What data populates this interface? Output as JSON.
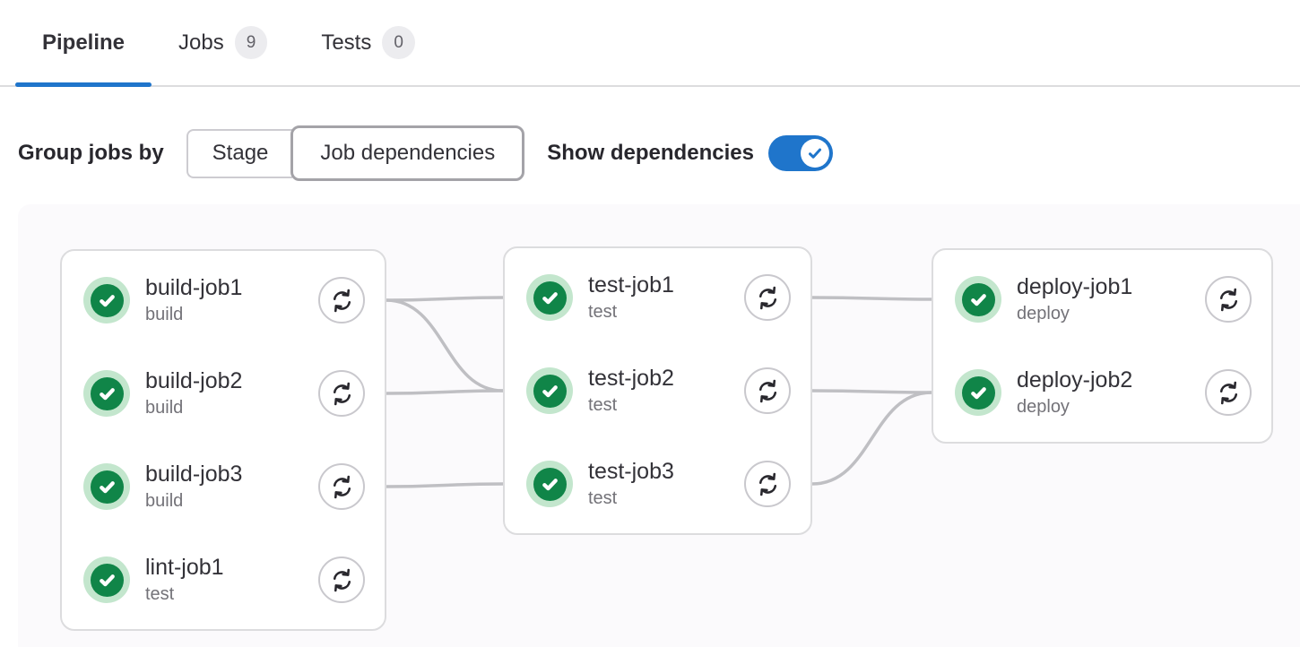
{
  "tabs": [
    {
      "label": "Pipeline",
      "active": true
    },
    {
      "label": "Jobs",
      "badge": "9",
      "active": false
    },
    {
      "label": "Tests",
      "badge": "0",
      "active": false
    }
  ],
  "controls": {
    "group_jobs_by_label": "Group jobs by",
    "group_options": [
      {
        "label": "Stage",
        "selected": false
      },
      {
        "label": "Job dependencies",
        "selected": true
      }
    ],
    "show_dependencies_label": "Show dependencies",
    "show_dependencies_on": true
  },
  "graph": {
    "columns": [
      {
        "jobs": [
          {
            "name": "build-job1",
            "stage": "build",
            "status": "success"
          },
          {
            "name": "build-job2",
            "stage": "build",
            "status": "success"
          },
          {
            "name": "build-job3",
            "stage": "build",
            "status": "success"
          },
          {
            "name": "lint-job1",
            "stage": "test",
            "status": "success"
          }
        ]
      },
      {
        "jobs": [
          {
            "name": "test-job1",
            "stage": "test",
            "status": "success"
          },
          {
            "name": "test-job2",
            "stage": "test",
            "status": "success"
          },
          {
            "name": "test-job3",
            "stage": "test",
            "status": "success"
          }
        ]
      },
      {
        "jobs": [
          {
            "name": "deploy-job1",
            "stage": "deploy",
            "status": "success"
          },
          {
            "name": "deploy-job2",
            "stage": "deploy",
            "status": "success"
          }
        ]
      }
    ],
    "links": [
      {
        "from": "build-job1",
        "to": "test-job1"
      },
      {
        "from": "build-job1",
        "to": "test-job2"
      },
      {
        "from": "build-job2",
        "to": "test-job2"
      },
      {
        "from": "build-job3",
        "to": "test-job3"
      },
      {
        "from": "test-job1",
        "to": "deploy-job1"
      },
      {
        "from": "test-job2",
        "to": "deploy-job2"
      },
      {
        "from": "test-job3",
        "to": "deploy-job2"
      }
    ]
  },
  "colors": {
    "accent_blue": "#1f75cb",
    "success_green": "#108548",
    "success_halo": "#c3e6cd",
    "link_gray": "#bfbfc3",
    "border_gray": "#dcdcde"
  }
}
